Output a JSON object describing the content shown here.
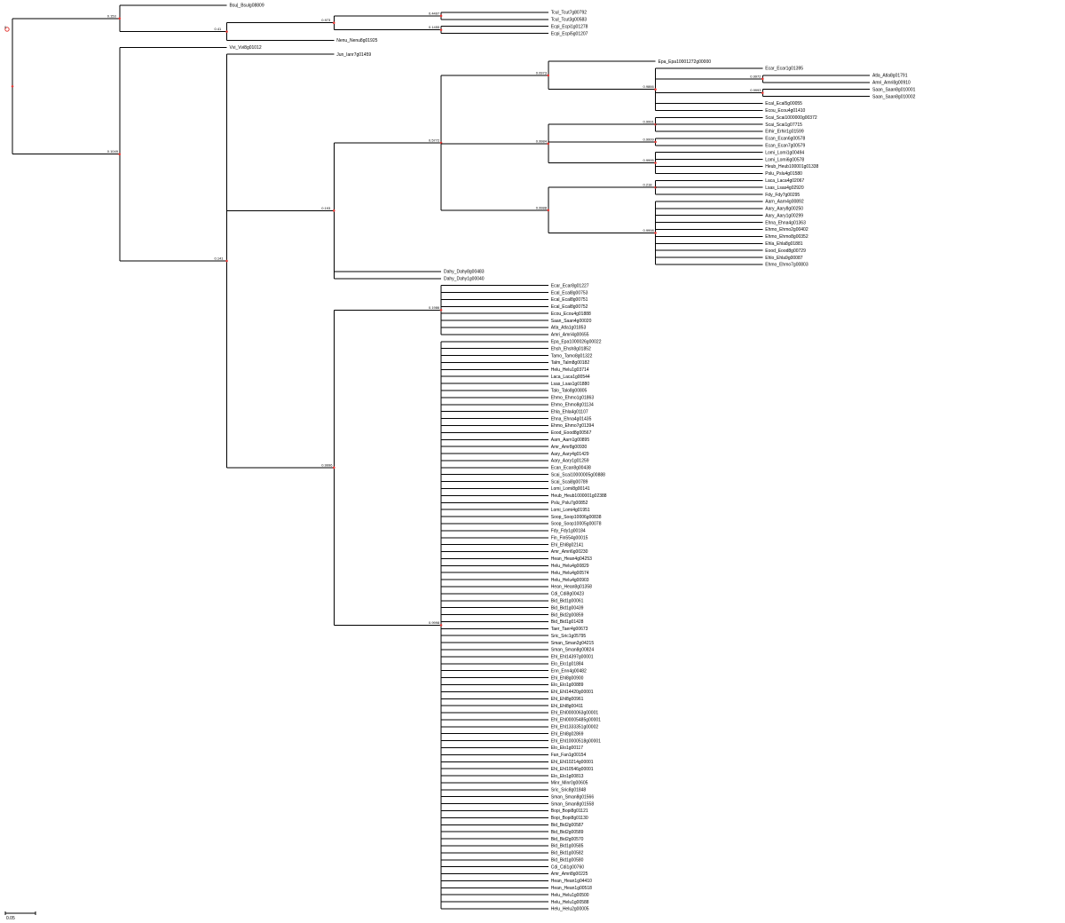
{
  "colors": {
    "branch": "#000000",
    "label": "#000000",
    "node_marker": "#e53935"
  },
  "root_label": "0",
  "scale_bar": {
    "label": "0.05"
  },
  "tree": {
    "support": "",
    "children": [
      {
        "support": "0.153",
        "children": [
          {
            "name": "Bsu|_Bsulg08809"
          },
          {
            "support": "0.41",
            "children": [
              {
                "support": "0.973",
                "children": [
                  {
                    "support": "0.4497",
                    "children": [
                      {
                        "name": "Tcul_Tcut7g80792"
                      },
                      {
                        "name": "Tcul_Tcut3g00583"
                      }
                    ]
                  },
                  {
                    "support": "0.1455",
                    "children": [
                      {
                        "name": "Ecpi_Ecpi1g01278"
                      },
                      {
                        "name": "Ecpi_Ecpi5g01207"
                      }
                    ]
                  }
                ]
              },
              {
                "name": "Nenu_Nenu8g01925"
              }
            ]
          }
        ]
      },
      {
        "support": "0.1049",
        "children": [
          {
            "name": "Vvi_Vvi8g01012"
          },
          {
            "support": "0.141",
            "children": [
              {
                "name": "Jun_Ianr7g01459"
              },
              {
                "support": "0.193",
                "children": [
                  {
                    "support": "0.5772",
                    "children": [
                      {
                        "support": "0.0973",
                        "children": [
                          {
                            "name": "Epa_Epa10001272g00000"
                          },
                          {
                            "support": "0.9866",
                            "children": [
                              {
                                "name": "Ecar_Ecar1g01395"
                              },
                              {
                                "support": "0.9972",
                                "children": [
                                  {
                                    "name": "Atla_Atla8g01791"
                                  },
                                  {
                                    "name": "Amri_Amri8g00910"
                                  }
                                ]
                              },
                              {
                                "support": "0.9993",
                                "children": [
                                  {
                                    "name": "Saan_Saan8g010001"
                                  },
                                  {
                                    "name": "Saan_Saan8g010002"
                                  }
                                ]
                              },
                              {
                                "name": "Ecal_Ecal5g00055"
                              },
                              {
                                "name": "Ecou_Ecou4g01410"
                              }
                            ]
                          }
                        ]
                      },
                      {
                        "support": "0.9984",
                        "children": [
                          {
                            "support": "0.9991",
                            "children": [
                              {
                                "name": "Scai_Scai1000000g00372"
                              },
                              {
                                "name": "Scai_Scai1g07715"
                              },
                              {
                                "name": "Erhir_Erhir1g01599"
                              }
                            ]
                          },
                          {
                            "support": "0.9999",
                            "children": [
                              {
                                "name": "Ecan_Ecan6g00578"
                              },
                              {
                                "name": "Ecan_Ecan7g00579"
                              }
                            ]
                          },
                          {
                            "support": "0.9995",
                            "children": [
                              {
                                "name": "Lomi_Lomi1g00494"
                              },
                              {
                                "name": "Lomi_Lomi6g00578"
                              },
                              {
                                "name": "Heub_Heub100001g01338"
                              },
                              {
                                "name": "Pslu_Pslu4g01580"
                              }
                            ]
                          }
                        ]
                      },
                      {
                        "support": "0.9988",
                        "children": [
                          {
                            "support": "0.218",
                            "children": [
                              {
                                "name": "Laca_Laca4g02067"
                              },
                              {
                                "name": "Lsas_Lsas4g02920"
                              },
                              {
                                "name": "Fdy_Fdy7g00295"
                              }
                            ]
                          },
                          {
                            "support": "0.9998",
                            "children": [
                              {
                                "name": "Aarn_Aarn4g00892"
                              },
                              {
                                "name": "Aary_Aary8g00250"
                              },
                              {
                                "name": "Aary_Aary1g00299"
                              },
                              {
                                "name": "Ehna_Ehna4g01363"
                              },
                              {
                                "name": "Ehmo_Ehmo2g00402"
                              },
                              {
                                "name": "Ehmo_Ehmo8g00352"
                              },
                              {
                                "name": "Ehla_Ehla8g01881"
                              },
                              {
                                "name": "Eood_Eood8g00729"
                              },
                              {
                                "name": "Ehlo_Ehla9g00087"
                              },
                              {
                                "name": "Ehmo_Ehmo7g00803"
                              }
                            ]
                          }
                        ]
                      }
                    ]
                  },
                  {
                    "name": "Dahy_Dahy8g00483"
                  },
                  {
                    "name": "Dahy_Dahy1g00040"
                  }
                ]
              },
              {
                "support": "0.9996",
                "children": [
                  {
                    "support": "0.1986",
                    "children": [
                      {
                        "name": "Ecar_Ecar8g01227"
                      },
                      {
                        "name": "Ecal_Ecal8g00753"
                      },
                      {
                        "name": "Ecal_Ecal8g00751"
                      },
                      {
                        "name": "Ecal_Ecal8g00752"
                      },
                      {
                        "name": "Ecou_Ecou4g01888"
                      },
                      {
                        "name": "Saan_Saan4g00020"
                      },
                      {
                        "name": "Atla_Atla1g01853"
                      },
                      {
                        "name": "Amri_Amri4g00655"
                      }
                    ]
                  },
                  {
                    "support": "0.9998",
                    "children": [
                      {
                        "name": "Epa_Epa1000026g00022"
                      },
                      {
                        "name": "Ehsh_Ehsh8g01852"
                      },
                      {
                        "name": "Tamo_Tamo8g01322"
                      },
                      {
                        "name": "Talm_Talm8g00182"
                      },
                      {
                        "name": "Helu_Helu1g03714"
                      },
                      {
                        "name": "Laca_Laca1g00544"
                      },
                      {
                        "name": "Lsas_Lsas1g01880"
                      },
                      {
                        "name": "Talo_Talo8g00805"
                      },
                      {
                        "name": "Ehmo_Ehmo1g01863"
                      },
                      {
                        "name": "Ehmo_Ehmo8g01134"
                      },
                      {
                        "name": "Ehla_Ehla4g01107"
                      },
                      {
                        "name": "Ehna_Ehna4g01435"
                      },
                      {
                        "name": "Ehmo_Ehmo7g01394"
                      },
                      {
                        "name": "Eood_Eood8g00567"
                      },
                      {
                        "name": "Aarn_Aarn1g00895"
                      },
                      {
                        "name": "Amr_Amr8g00930"
                      },
                      {
                        "name": "Aary_Aary4g01429"
                      },
                      {
                        "name": "Aary_Aary1g01259"
                      },
                      {
                        "name": "Ecan_Ecan8g00438"
                      },
                      {
                        "name": "Scai_Scai10000005g00888"
                      },
                      {
                        "name": "Scai_Scai8g00789"
                      },
                      {
                        "name": "Lomi_Lomi8g00141"
                      },
                      {
                        "name": "Heub_Heub1000001g02388"
                      },
                      {
                        "name": "Pslu_Pslu7g00852"
                      },
                      {
                        "name": "Lomi_Lomi4g01951"
                      },
                      {
                        "name": "Soop_Soop10006g00838"
                      },
                      {
                        "name": "Soop_Soop10005g00078"
                      },
                      {
                        "name": "Fdy_Fdy1g00184"
                      },
                      {
                        "name": "Fin_Fin554g00015"
                      },
                      {
                        "name": "Ehl_Ehl8g02141"
                      },
                      {
                        "name": "Amr_Amri6g00230"
                      },
                      {
                        "name": "Hean_Hean4g04253"
                      },
                      {
                        "name": "Helu_Helu4g00829"
                      },
                      {
                        "name": "Helu_Helu4g00574"
                      },
                      {
                        "name": "Helu_Helu4g00903"
                      },
                      {
                        "name": "Hean_Hean8g01358"
                      },
                      {
                        "name": "Cdi_Cdi8g00423"
                      },
                      {
                        "name": "Bid_Bid1g00061"
                      },
                      {
                        "name": "Bid_Bid1g00439"
                      },
                      {
                        "name": "Bid_Bid2g00859"
                      },
                      {
                        "name": "Bid_Bid1g01428"
                      },
                      {
                        "name": "Taer_Taer4g00673"
                      },
                      {
                        "name": "Sric_Sric1g05795"
                      },
                      {
                        "name": "Sman_Sman2g04215"
                      },
                      {
                        "name": "Sman_Sman8g00824"
                      },
                      {
                        "name": "Ehl_Ehl14397g00001"
                      },
                      {
                        "name": "Elo_Elo1g01884"
                      },
                      {
                        "name": "Enn_Enn4g00482"
                      },
                      {
                        "name": "Ehl_Ehl8g00900"
                      },
                      {
                        "name": "Elo_Elo1g00889"
                      },
                      {
                        "name": "Ehl_Ehl14420g00001"
                      },
                      {
                        "name": "Ehl_Ehl8g00961"
                      },
                      {
                        "name": "Ehl_Ehl8g00411"
                      },
                      {
                        "name": "Ehl_Ehl0000063g00001"
                      },
                      {
                        "name": "Ehl_Ehl00005485g00001"
                      },
                      {
                        "name": "Ehl_Ehl1333351g00002"
                      },
                      {
                        "name": "Ehl_Ehl8g02869"
                      },
                      {
                        "name": "Ehl_Ehl10000518g00001"
                      },
                      {
                        "name": "Elo_Elo1g00117"
                      },
                      {
                        "name": "Fan_Fan1g00154"
                      },
                      {
                        "name": "Ehl_Ehl10214g00001"
                      },
                      {
                        "name": "Ehl_Ehl10546g00001"
                      },
                      {
                        "name": "Elo_Elo1g00813"
                      },
                      {
                        "name": "Minr_Minr0g00605"
                      },
                      {
                        "name": "Sric_Sric8g01848"
                      },
                      {
                        "name": "Sman_Sman8g01566"
                      },
                      {
                        "name": "Sman_Sman8g01558"
                      },
                      {
                        "name": "Bopi_Bopi8g01121"
                      },
                      {
                        "name": "Bopi_Bopi8g01130"
                      },
                      {
                        "name": "Bid_Bid2g00587"
                      },
                      {
                        "name": "Bid_Bid2g00589"
                      },
                      {
                        "name": "Bid_Bid2g00570"
                      },
                      {
                        "name": "Bid_Bid1g00585"
                      },
                      {
                        "name": "Bid_Bid1g00582"
                      },
                      {
                        "name": "Bid_Bid1g00580"
                      },
                      {
                        "name": "Cdi_Cdi1g00760"
                      },
                      {
                        "name": "Amr_Amri8g00225"
                      },
                      {
                        "name": "Hean_Hean1g04410"
                      },
                      {
                        "name": "Hean_Hean1g00518"
                      },
                      {
                        "name": "Helu_Helu1g00500"
                      },
                      {
                        "name": "Helu_Helu1g00588"
                      },
                      {
                        "name": "Helu_Helu2g00005"
                      }
                    ]
                  }
                ]
              }
            ]
          }
        ]
      }
    ]
  }
}
